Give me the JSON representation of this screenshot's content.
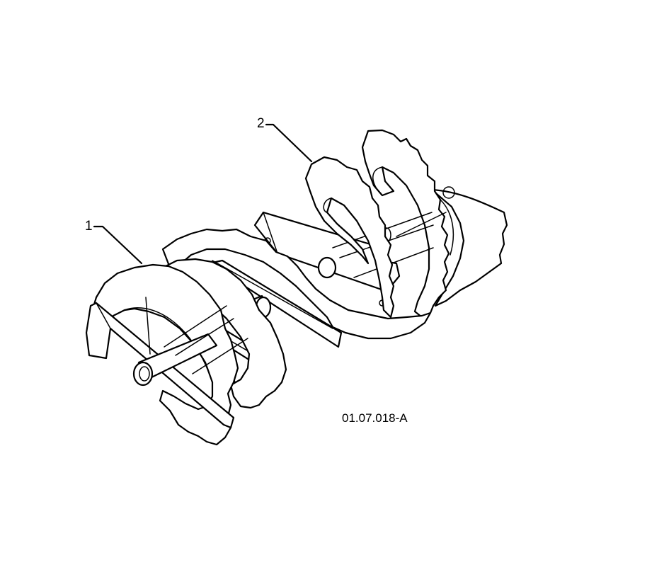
{
  "diagram": {
    "callouts": [
      {
        "label": "1"
      },
      {
        "label": "2"
      }
    ],
    "figure_code": "01.07.018-A",
    "line_color": "#000000",
    "background_color": "#ffffff"
  }
}
